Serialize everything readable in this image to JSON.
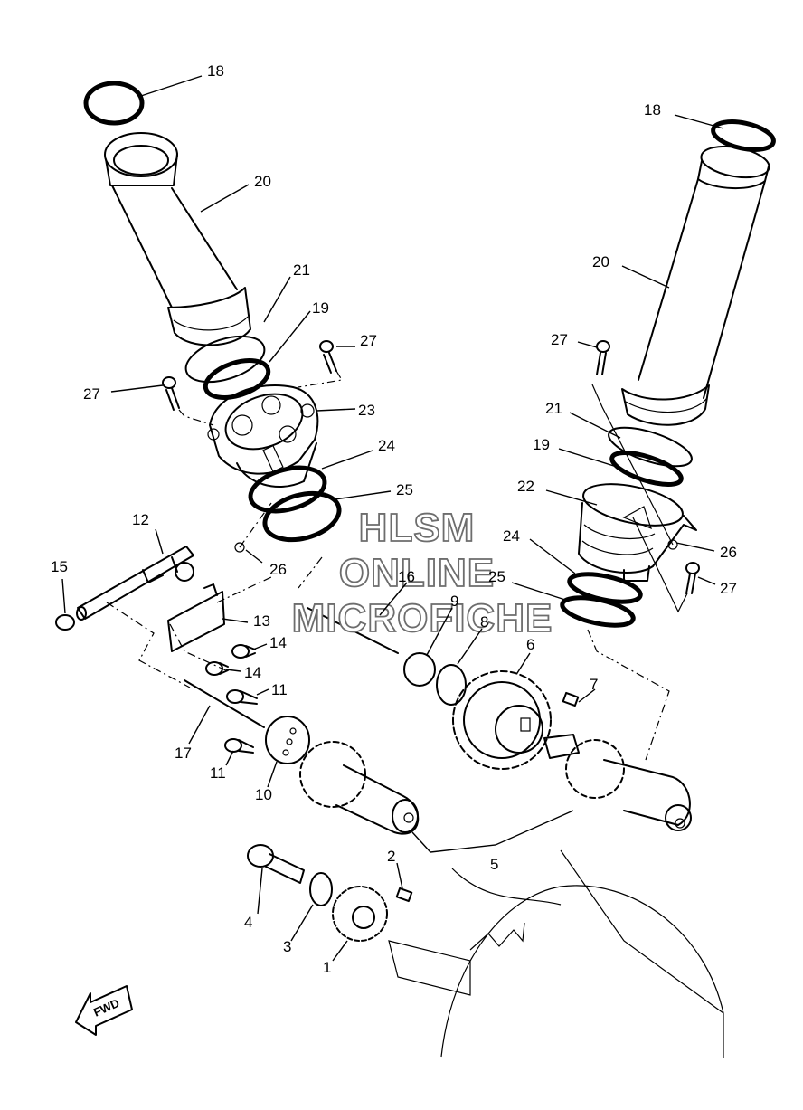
{
  "callouts": [
    {
      "id": "c18a",
      "text": "18"
    },
    {
      "id": "c20a",
      "text": "20"
    },
    {
      "id": "c21a",
      "text": "21"
    },
    {
      "id": "c19a",
      "text": "19"
    },
    {
      "id": "c27a",
      "text": "27"
    },
    {
      "id": "c27b",
      "text": "27"
    },
    {
      "id": "c23",
      "text": "23"
    },
    {
      "id": "c24a",
      "text": "24"
    },
    {
      "id": "c25a",
      "text": "25"
    },
    {
      "id": "c26a",
      "text": "26"
    },
    {
      "id": "c18b",
      "text": "18"
    },
    {
      "id": "c20b",
      "text": "20"
    },
    {
      "id": "c27c",
      "text": "27"
    },
    {
      "id": "c21b",
      "text": "21"
    },
    {
      "id": "c19b",
      "text": "19"
    },
    {
      "id": "c22",
      "text": "22"
    },
    {
      "id": "c26b",
      "text": "26"
    },
    {
      "id": "c27d",
      "text": "27"
    },
    {
      "id": "c24b",
      "text": "24"
    },
    {
      "id": "c25b",
      "text": "25"
    },
    {
      "id": "c12",
      "text": "12"
    },
    {
      "id": "c15",
      "text": "15"
    },
    {
      "id": "c16",
      "text": "16"
    },
    {
      "id": "c13",
      "text": "13"
    },
    {
      "id": "c9",
      "text": "9"
    },
    {
      "id": "c8",
      "text": "8"
    },
    {
      "id": "c6",
      "text": "6"
    },
    {
      "id": "c14a",
      "text": "14"
    },
    {
      "id": "c14b",
      "text": "14"
    },
    {
      "id": "c7",
      "text": "7"
    },
    {
      "id": "c11a",
      "text": "11"
    },
    {
      "id": "c17",
      "text": "17"
    },
    {
      "id": "c11b",
      "text": "11"
    },
    {
      "id": "c10",
      "text": "10"
    },
    {
      "id": "c5",
      "text": "5"
    },
    {
      "id": "c2",
      "text": "2"
    },
    {
      "id": "c4",
      "text": "4"
    },
    {
      "id": "c3",
      "text": "3"
    },
    {
      "id": "c1",
      "text": "1"
    }
  ],
  "watermark": {
    "line1": "HLSM",
    "line2": "ONLINE",
    "line3": "MICROFICHE"
  },
  "fwd_label": "FWD"
}
